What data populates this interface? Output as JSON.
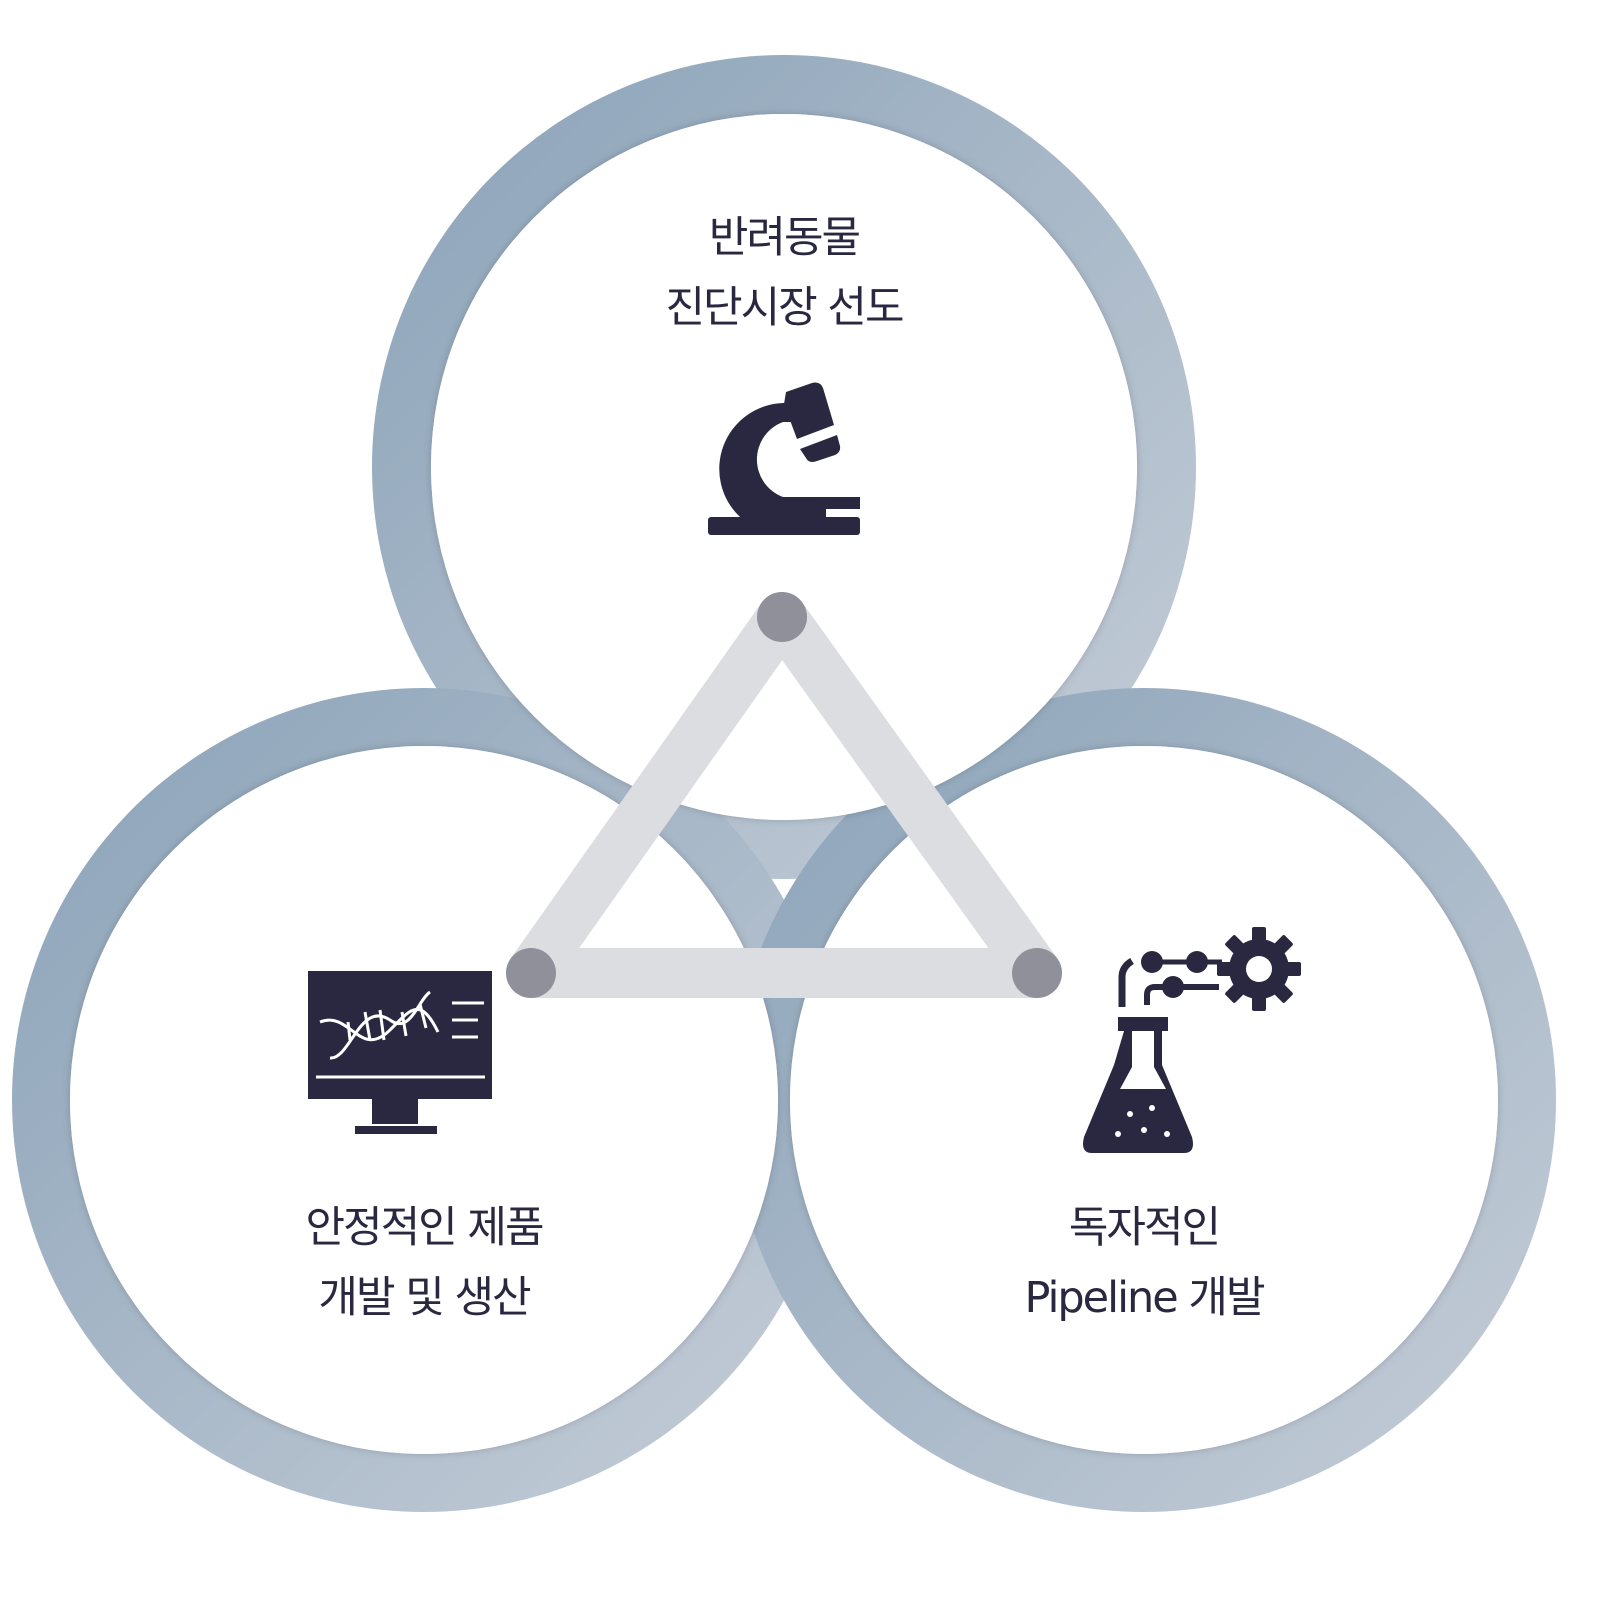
{
  "colors": {
    "ring_start": "#8aa2b8",
    "ring_end": "#c4ccd6",
    "triangle": "#dcdde1",
    "node": "#8f9099",
    "ink": "#2a2840"
  },
  "nodes": [
    {
      "id": "top",
      "lines": [
        "반려동물",
        "진단시장 선도"
      ],
      "icon": "microscope-icon"
    },
    {
      "id": "left",
      "lines": [
        "안정적인 제품",
        "개발 및 생산"
      ],
      "icon": "dna-monitor-icon"
    },
    {
      "id": "right",
      "lines": [
        "독자적인",
        "Pipeline 개발"
      ],
      "icon": "flask-gear-icon"
    }
  ]
}
